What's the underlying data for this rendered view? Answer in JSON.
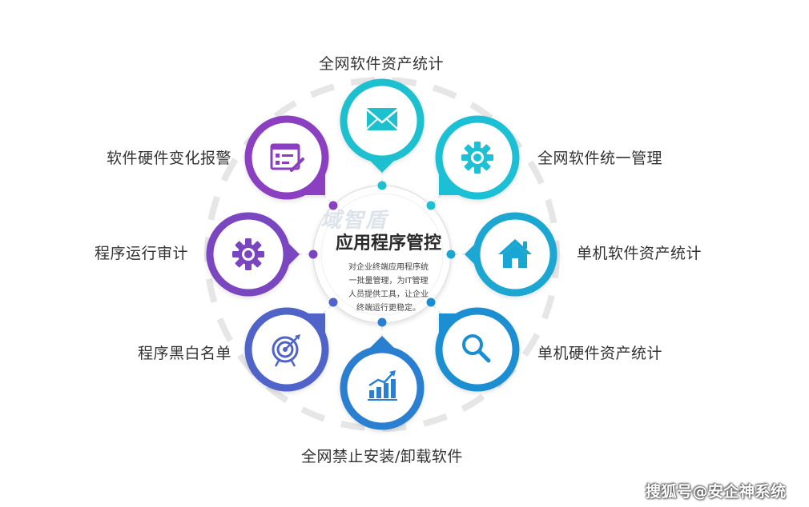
{
  "center": {
    "title": "应用程序管控",
    "description_lines": [
      "对企业终端应用程序统",
      "一批量管理，为IT管理",
      "人员提供工具，让企业",
      "终端运行更稳定。"
    ],
    "watermark": "域智盾"
  },
  "nodes": [
    {
      "label": "全网软件资产统计",
      "icon": "envelope-icon",
      "color": "#1ec0cf"
    },
    {
      "label": "全网软件统一管理",
      "icon": "gear-icon",
      "color": "#1ec0d4"
    },
    {
      "label": "单机软件资产统计",
      "icon": "house-icon",
      "color": "#1aa6d2"
    },
    {
      "label": "单机硬件资产统计",
      "icon": "magnifier-icon",
      "color": "#1b8ed2"
    },
    {
      "label": "全网禁止安装/卸载软件",
      "icon": "growth-chart-icon",
      "color": "#2b7fd0"
    },
    {
      "label": "程序黑白名单",
      "icon": "target-icon",
      "color": "#4f63c9"
    },
    {
      "label": "程序运行审计",
      "icon": "gear-icon",
      "color": "#7a46c0"
    },
    {
      "label": "软件硬件变化报警",
      "icon": "edit-form-icon",
      "color": "#8a3fc0"
    }
  ],
  "credit": "搜狐号@安企神系统"
}
